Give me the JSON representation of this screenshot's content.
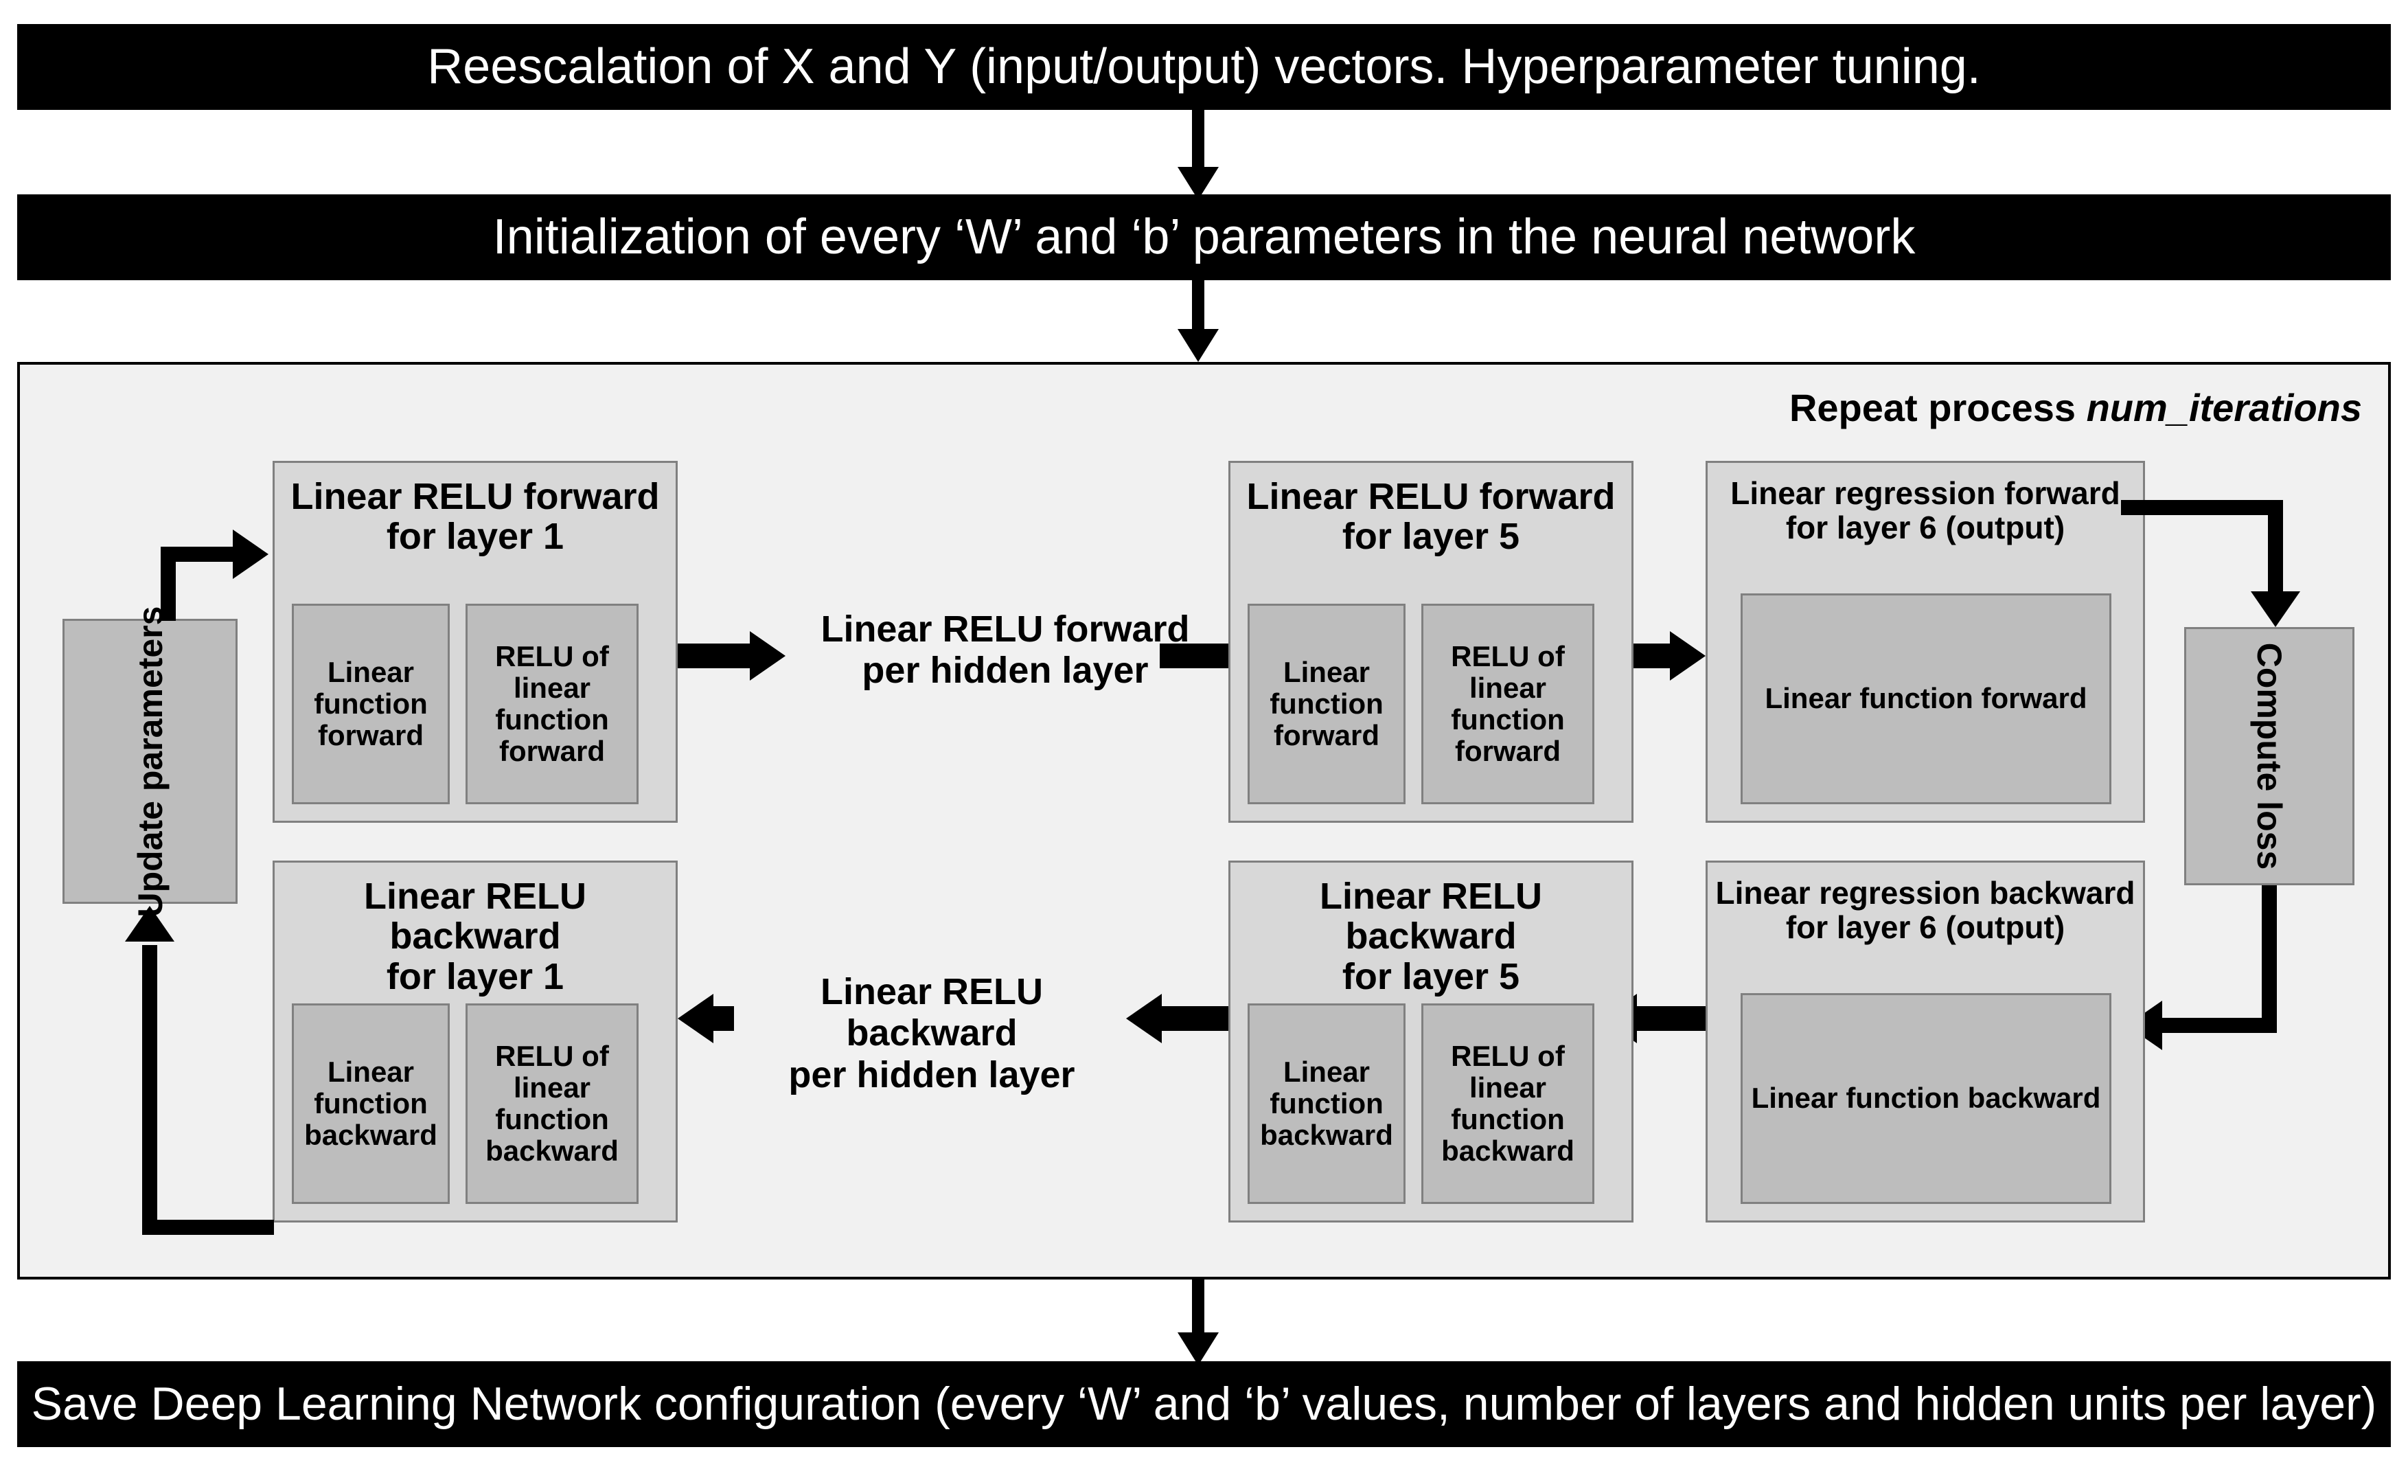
{
  "diagram": {
    "title_bar": "Reescalation of X and Y (input/output) vectors. Hyperparameter tuning.",
    "init_bar": "Initialization of every ‘W’ and ‘b’ parameters in the neural network",
    "save_bar": "Save Deep Learning Network configuration (every ‘W’ and ‘b’ values, number of layers and hidden units per layer)",
    "loop": {
      "repeat_prefix": "Repeat process ",
      "repeat_variable": "num_iterations",
      "update_parameters": "Update parameters",
      "compute_loss": "Compute loss",
      "forward": {
        "layer1_title_line1": "Linear RELU forward",
        "layer1_title_line2": "for layer 1",
        "layer1_sub1": "Linear function forward",
        "layer1_sub2": "RELU of linear function forward",
        "hidden_connector_line1": "Linear RELU forward",
        "hidden_connector_line2": "per hidden layer",
        "layer5_title_line1": "Linear RELU forward",
        "layer5_title_line2": "for layer 5",
        "layer5_sub1": "Linear function forward",
        "layer5_sub2": "RELU of linear function forward",
        "layer6_title_line1": "Linear regression forward",
        "layer6_title_line2": "for layer 6 (output)",
        "layer6_sub1": "Linear function forward"
      },
      "backward": {
        "layer6_title_line1": "Linear regression backward",
        "layer6_title_line2": "for layer 6 (output)",
        "layer6_sub1": "Linear function backward",
        "layer5_title_line1": "Linear RELU backward",
        "layer5_title_line2": "for layer 5",
        "layer5_sub1": "Linear function backward",
        "layer5_sub2": "RELU of linear function backward",
        "hidden_connector_line1": "Linear RELU backward",
        "hidden_connector_line2": "per hidden layer",
        "layer1_title_line1": "Linear RELU backward",
        "layer1_title_line2": "for layer 1",
        "layer1_sub1": "Linear function backward",
        "layer1_sub2": "RELU of linear function backward"
      }
    },
    "colors": {
      "bar_background": "#000000",
      "bar_text": "#ffffff",
      "loop_background": "#f1f1f1",
      "outer_box": "#d8d8d8",
      "inner_box": "#bdbdbd",
      "box_border": "#808080",
      "arrow": "#000000"
    }
  }
}
